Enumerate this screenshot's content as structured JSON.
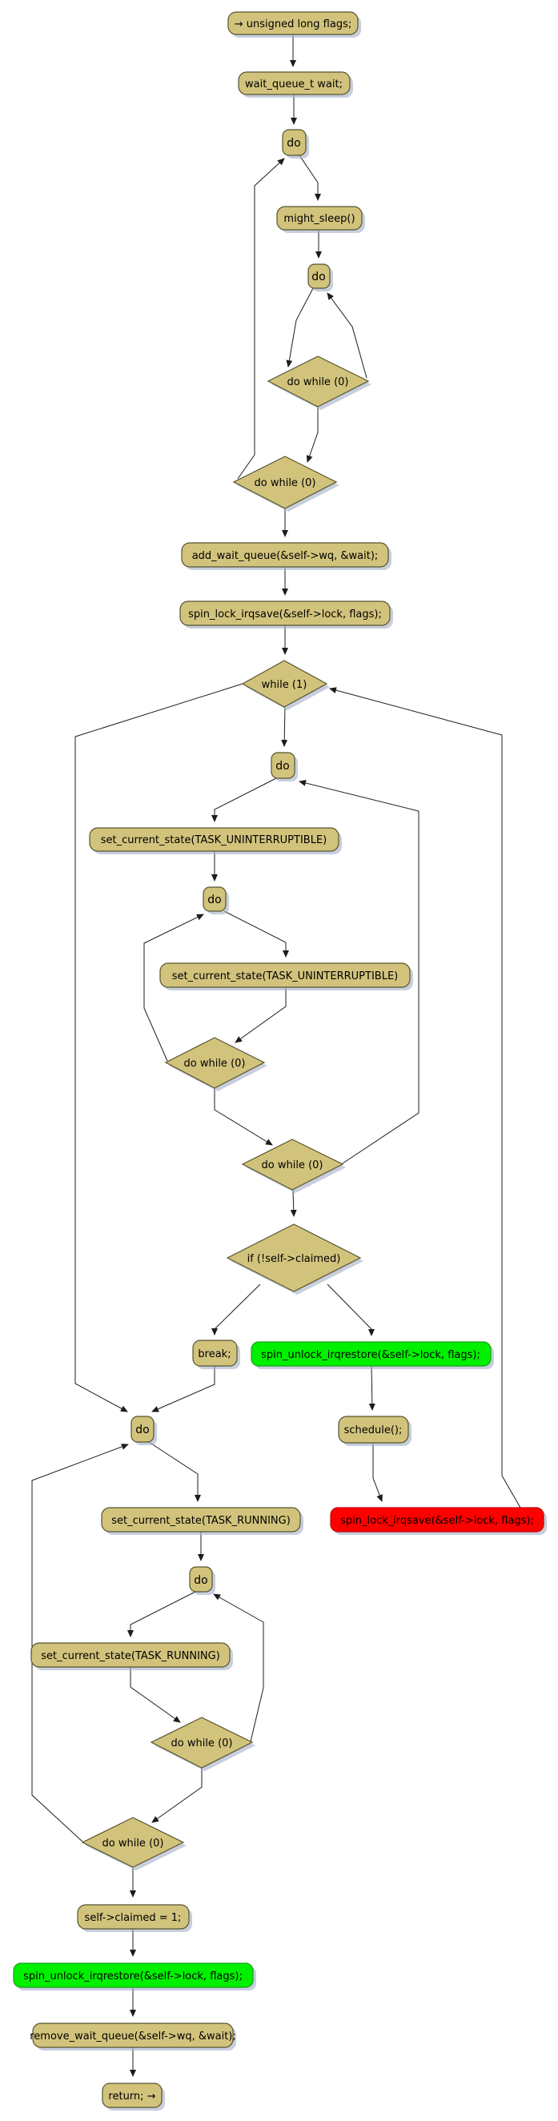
{
  "diagram": {
    "type": "activity-flowchart",
    "background": "#ffffff",
    "colors": {
      "node_fill": "#d2c37c",
      "node_border": "#56532e",
      "green_fill": "#00f000",
      "green_border": "#17a017",
      "red_fill": "#ff0000",
      "red_border": "#c00000",
      "edge": "#1c1c1c",
      "shadow": "#a9b4cb"
    }
  },
  "nodes": {
    "start_flags": {
      "label": "→ unsigned long flags;"
    },
    "wait_queue": {
      "label": "wait_queue_t wait;"
    },
    "do_might_outer": {
      "label": "do"
    },
    "might_sleep": {
      "label": "might_sleep()"
    },
    "do_might_inner": {
      "label": "do"
    },
    "dowhile_might_inner": {
      "label": "do while (0)"
    },
    "dowhile_might_outer": {
      "label": "do while (0)"
    },
    "add_wait_queue": {
      "label": "add_wait_queue(&self->wq, &wait);"
    },
    "spin_lock_irqsave_1": {
      "label": "spin_lock_irqsave(&self->lock, flags);"
    },
    "while_1": {
      "label": "while (1)"
    },
    "do_uninterruptible_outer": {
      "label": "do"
    },
    "set_state_uninterruptible_1": {
      "label": "set_current_state(TASK_UNINTERRUPTIBLE)"
    },
    "do_uninterruptible_inner": {
      "label": "do"
    },
    "set_state_uninterruptible_2": {
      "label": "set_current_state(TASK_UNINTERRUPTIBLE)"
    },
    "dowhile_uninterruptible_inner": {
      "label": "do while (0)"
    },
    "dowhile_uninterruptible_outer": {
      "label": "do while (0)"
    },
    "if_not_claimed": {
      "label": "if (!self->claimed)"
    },
    "break_stmt": {
      "label": "break;"
    },
    "spin_unlock_irqrestore_1": {
      "label": "spin_unlock_irqrestore(&self->lock, flags);"
    },
    "schedule": {
      "label": "schedule();"
    },
    "spin_lock_irqsave_2": {
      "label": "spin_lock_irqsave(&self->lock, flags);"
    },
    "do_running_outer": {
      "label": "do"
    },
    "set_state_running_1": {
      "label": "set_current_state(TASK_RUNNING)"
    },
    "do_running_inner": {
      "label": "do"
    },
    "set_state_running_2": {
      "label": "set_current_state(TASK_RUNNING)"
    },
    "dowhile_running_inner": {
      "label": "do while (0)"
    },
    "dowhile_running_outer": {
      "label": "do while (0)"
    },
    "self_claimed": {
      "label": "self->claimed = 1;"
    },
    "spin_unlock_irqrestore_2": {
      "label": "spin_unlock_irqrestore(&self->lock, flags);"
    },
    "remove_wait_queue": {
      "label": "remove_wait_queue(&self->wq, &wait);"
    },
    "return_stmt": {
      "label": "return; →"
    }
  }
}
